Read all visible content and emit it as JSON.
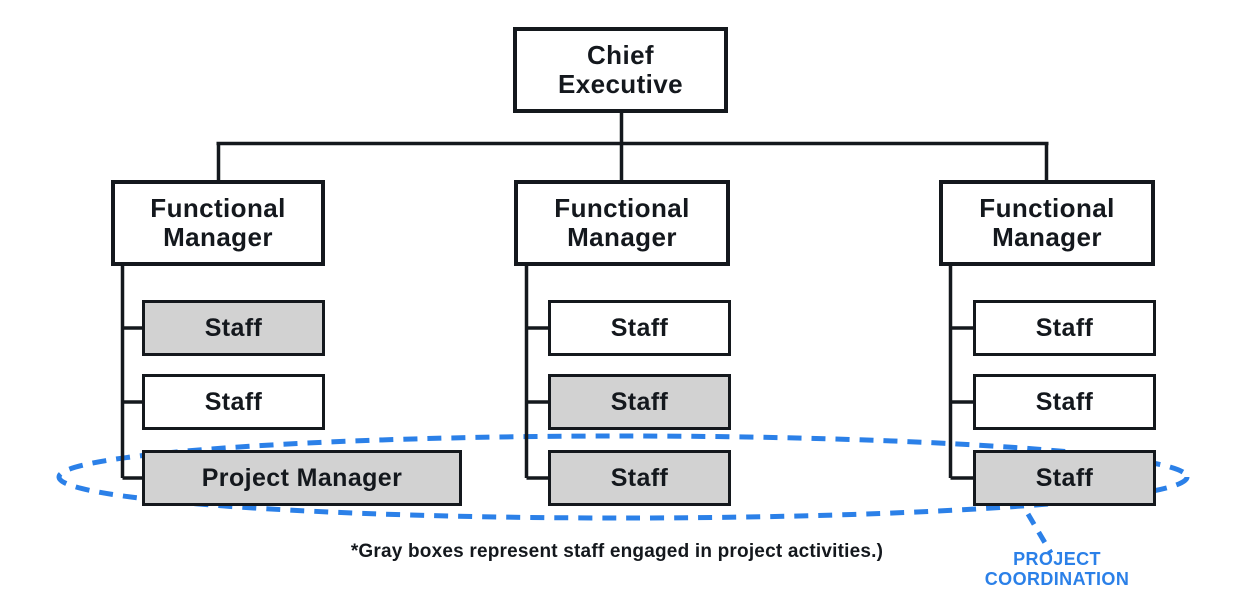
{
  "diagram": {
    "type": "org-chart",
    "description": "Functional organization chart with project coordination overlay"
  },
  "colors": {
    "line_black": "#14181d",
    "box_fill_white": "#ffffff",
    "box_fill_gray": "#d2d2d2",
    "accent_blue": "#2b80e8",
    "background": "#ffffff"
  },
  "nodes": {
    "chief_executive": {
      "label": "Chief\nExecutive",
      "highlighted": false
    },
    "functional_manager_1": {
      "label": "Functional\nManager",
      "highlighted": false
    },
    "functional_manager_2": {
      "label": "Functional\nManager",
      "highlighted": false
    },
    "functional_manager_3": {
      "label": "Functional\nManager",
      "highlighted": false
    },
    "col1_staff_1": {
      "label": "Staff",
      "highlighted": true
    },
    "col1_staff_2": {
      "label": "Staff",
      "highlighted": false
    },
    "col1_project_manager": {
      "label": "Project Manager",
      "highlighted": true
    },
    "col2_staff_1": {
      "label": "Staff",
      "highlighted": false
    },
    "col2_staff_2": {
      "label": "Staff",
      "highlighted": true
    },
    "col2_staff_3": {
      "label": "Staff",
      "highlighted": true
    },
    "col3_staff_1": {
      "label": "Staff",
      "highlighted": false
    },
    "col3_staff_2": {
      "label": "Staff",
      "highlighted": false
    },
    "col3_staff_3": {
      "label": "Staff",
      "highlighted": true
    }
  },
  "annotations": {
    "footnote": "*Gray boxes represent staff engaged in project activities.)",
    "coordination_label": "PROJECT\nCOORDINATION"
  }
}
